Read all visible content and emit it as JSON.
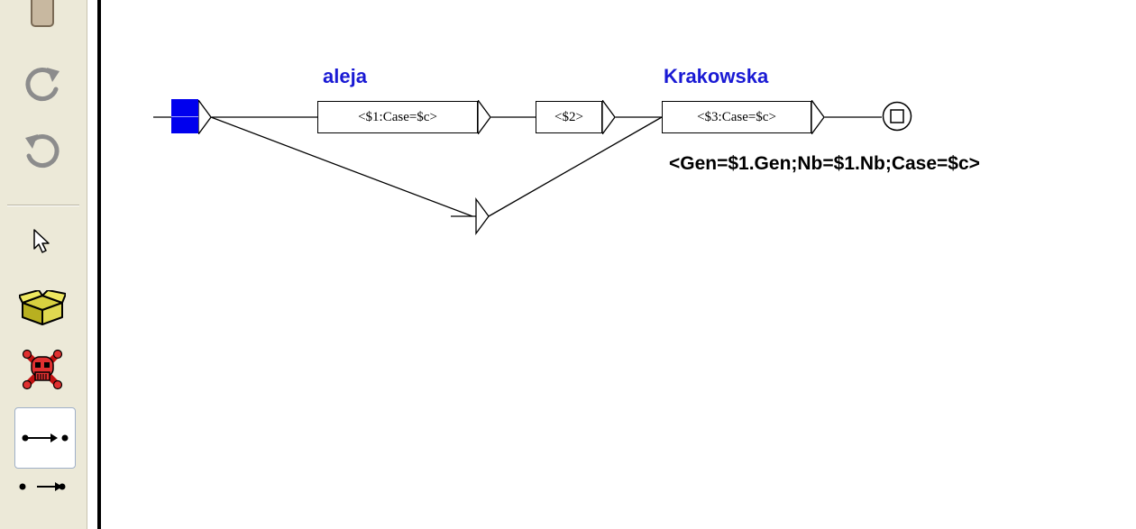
{
  "toolbar": {
    "tools": [
      {
        "name": "save",
        "icon": "save-icon"
      },
      {
        "name": "redo",
        "icon": "redo-icon"
      },
      {
        "name": "undo",
        "icon": "undo-icon"
      },
      {
        "name": "select",
        "icon": "cursor-icon"
      },
      {
        "name": "create-box",
        "icon": "box-icon"
      },
      {
        "name": "delete",
        "icon": "skull-icon"
      },
      {
        "name": "connect-from",
        "icon": "connect-arrow-icon",
        "selected": true
      },
      {
        "name": "connect-to",
        "icon": "reverse-connect-icon"
      }
    ]
  },
  "graph": {
    "boxes": [
      {
        "id": "box1",
        "label": "aleja",
        "content": "<$1:Case=$c>"
      },
      {
        "id": "box2",
        "label": "",
        "content": "<$2>"
      },
      {
        "id": "box3",
        "label": "Krakowska",
        "content": "<$3:Case=$c>"
      }
    ],
    "output": "<Gen=$1.Gen;Nb=$1.Nb;Case=$c>"
  },
  "colors": {
    "toolbar_bg": "#ece9d8",
    "label_blue": "#1a1ad4",
    "initial_state": "#0000ee"
  }
}
